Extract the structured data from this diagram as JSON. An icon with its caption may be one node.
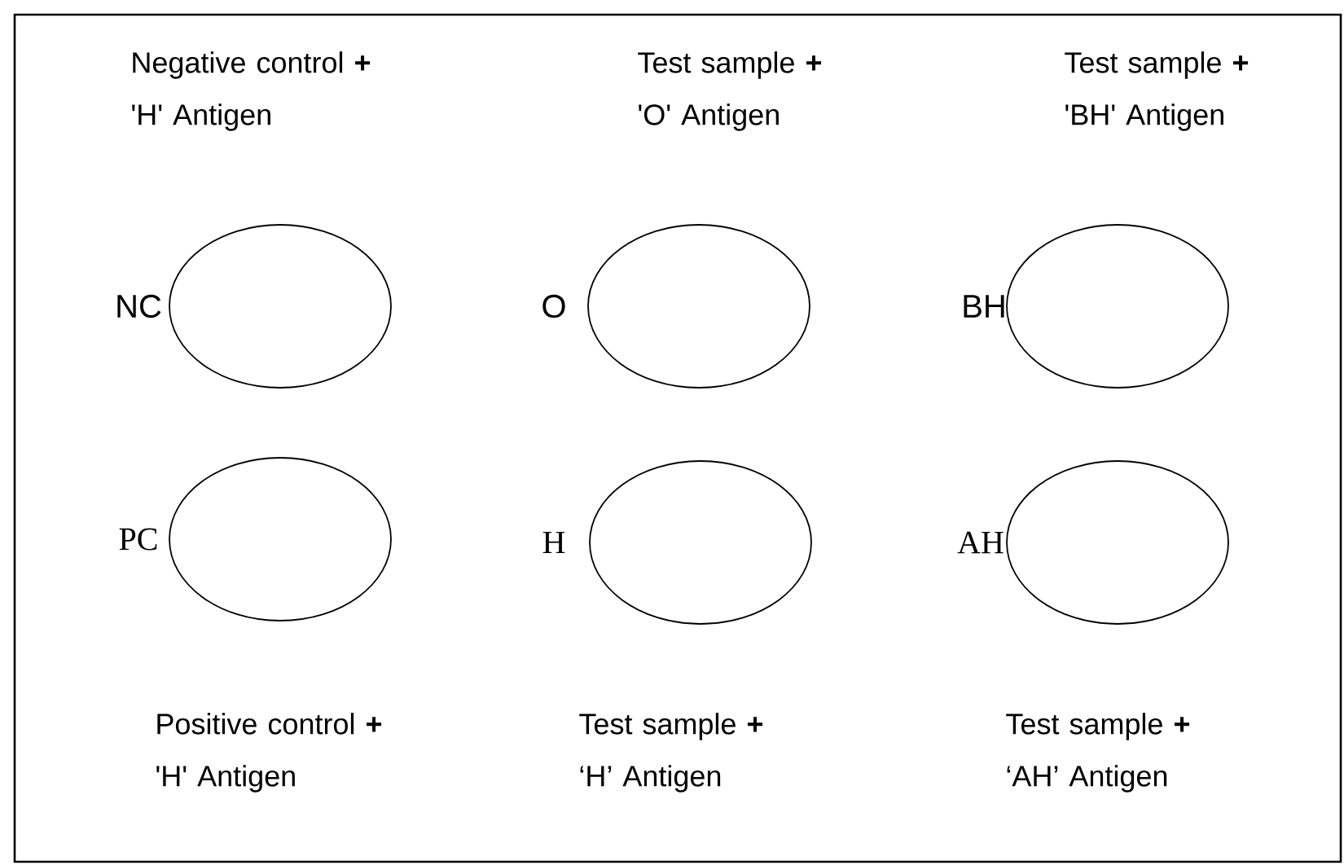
{
  "diagram": {
    "nodes": [
      {
        "text": [],
        "shape": "circle",
        "beside": [
          "NC",
          "Negative control **+** 'H' Antigen"
        ]
      },
      {
        "text": [],
        "shape": "circle",
        "beside": [
          "O",
          "Test sample **+** 'O' Antigen"
        ]
      },
      {
        "text": [],
        "shape": "circle",
        "beside": [
          "BH",
          "Test sample **+** 'BH' Antigen"
        ]
      },
      {
        "text": [],
        "shape": "circle",
        "beside": [
          "PC",
          "Positive control **+** 'H' Antigen"
        ]
      },
      {
        "text": [],
        "shape": "circle",
        "beside": [
          "H",
          "Test sample **+** ‘H’ Antigen"
        ]
      },
      {
        "text": [],
        "shape": "circle",
        "beside": [
          "AH",
          "Test sample **+** ‘AH’ Antigen"
        ]
      }
    ]
  }
}
